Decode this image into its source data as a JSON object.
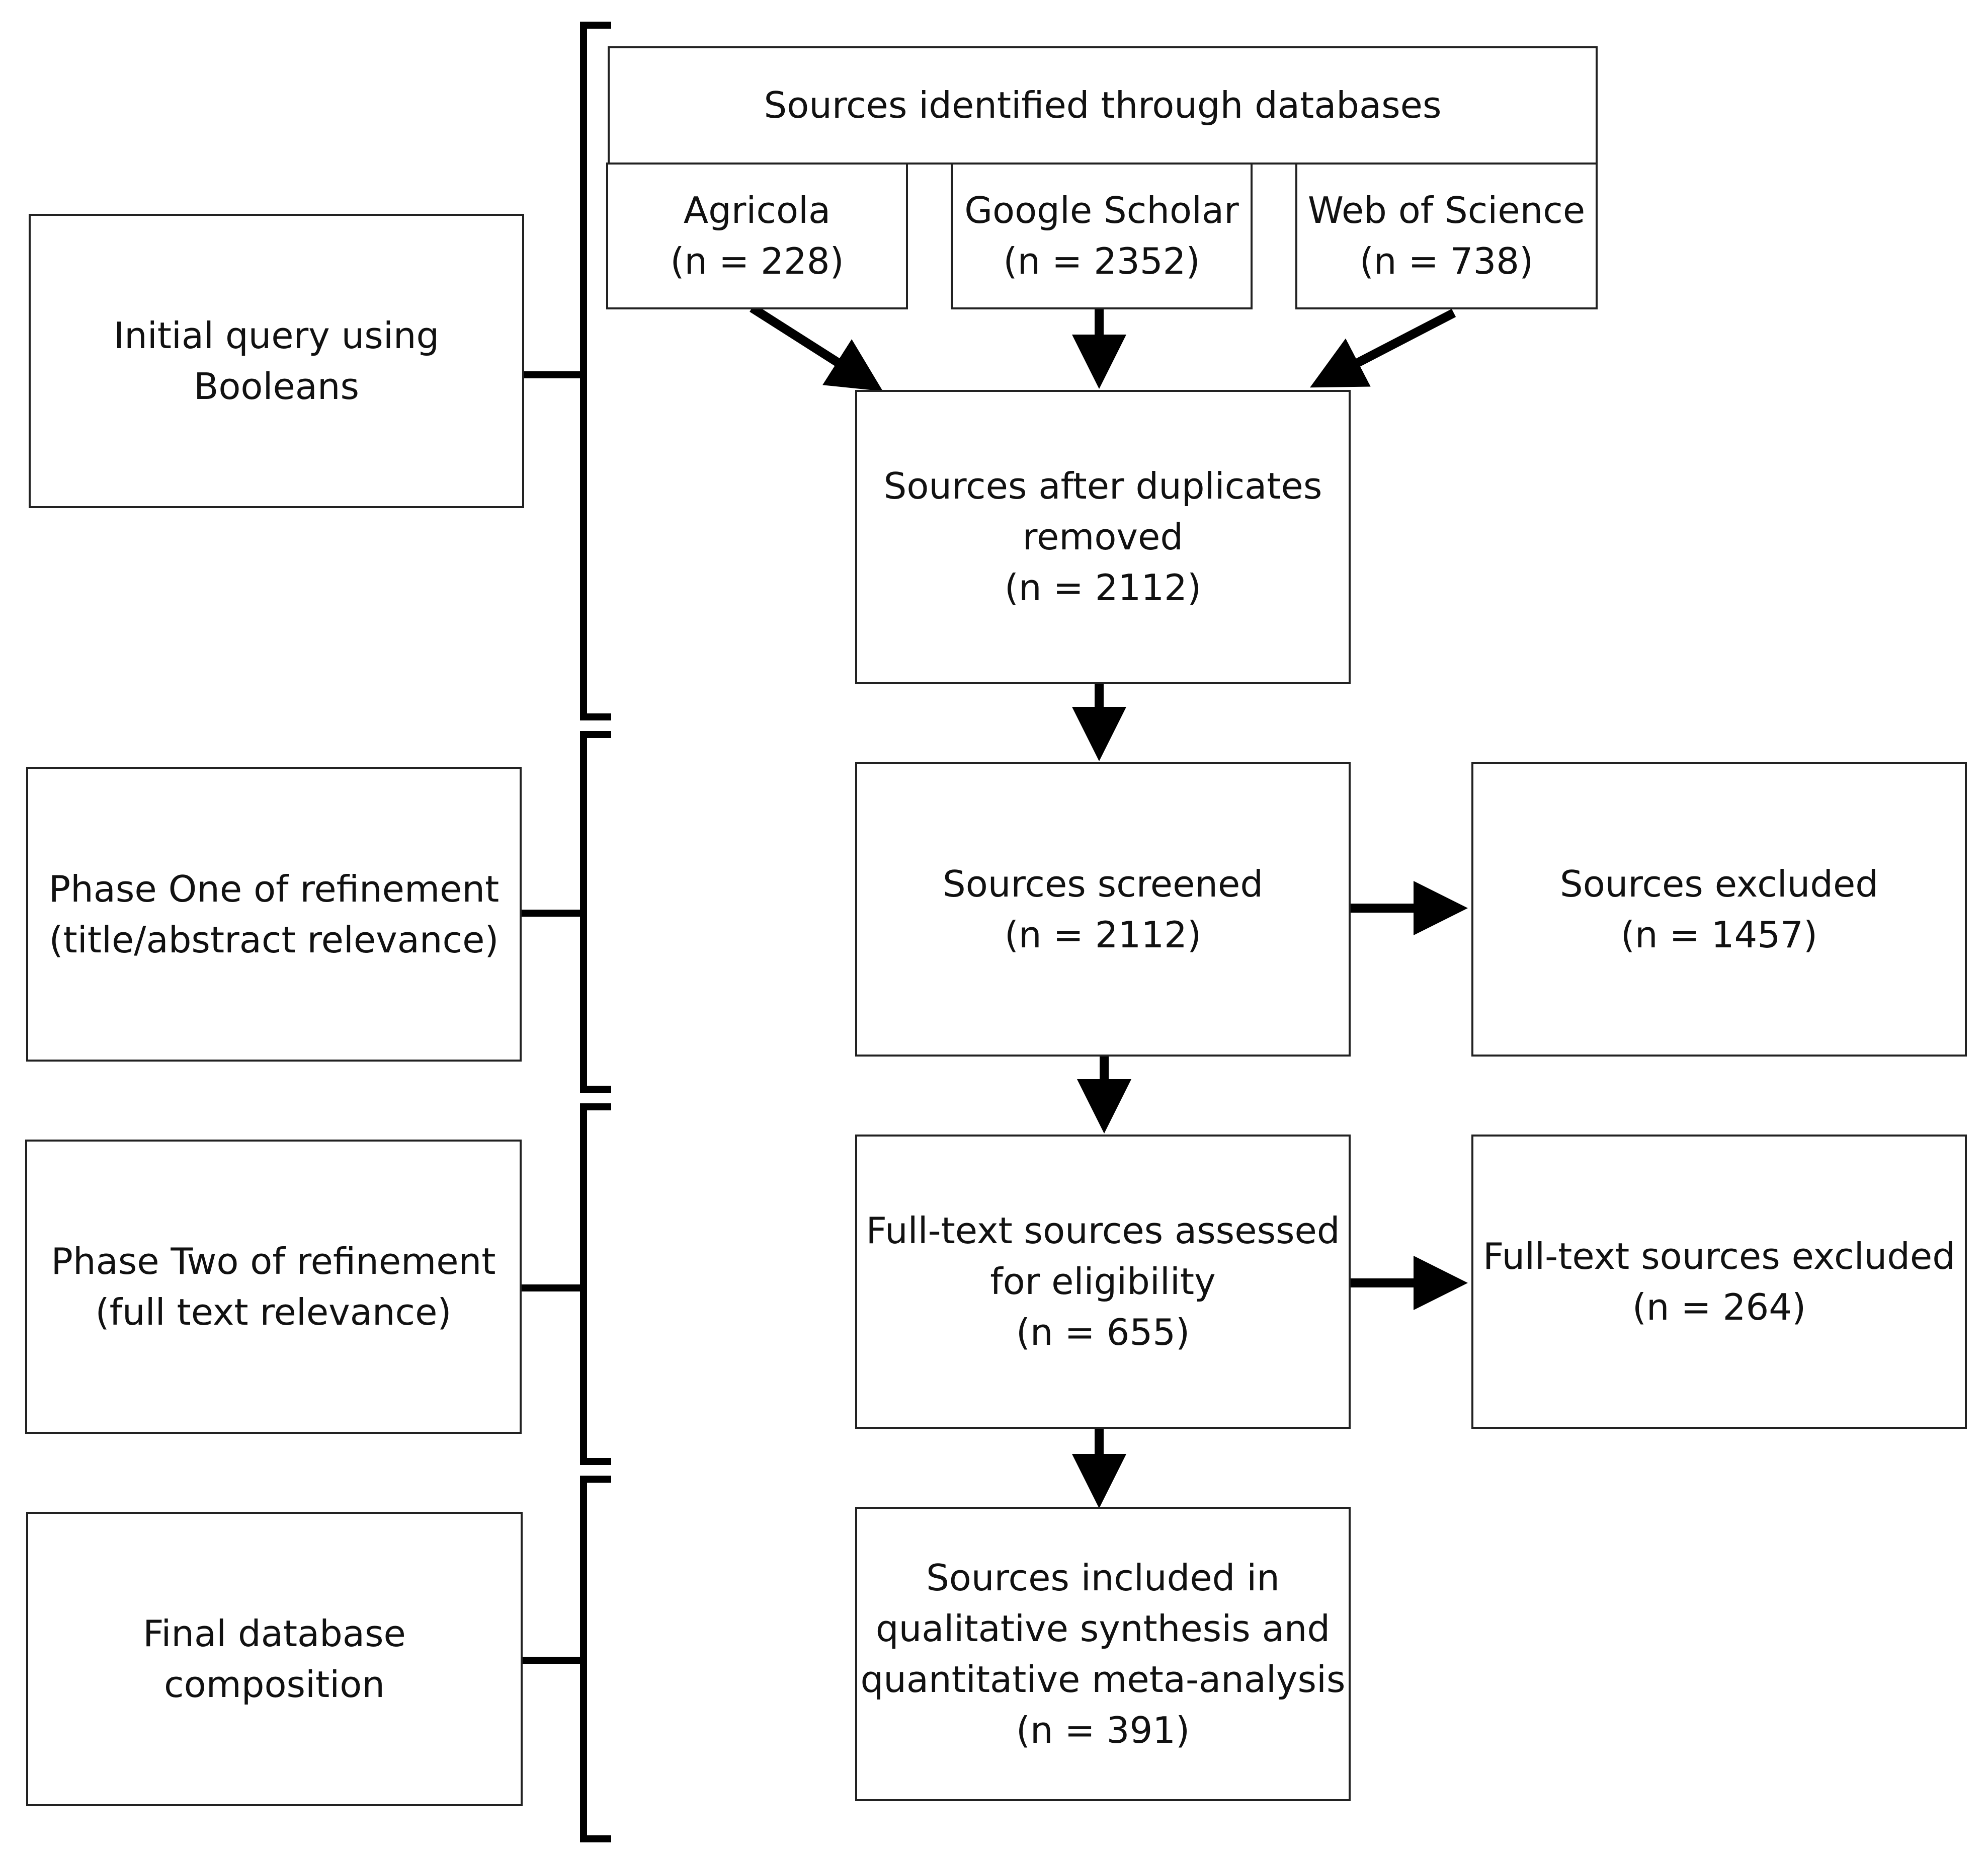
{
  "phases": [
    {
      "id": "initial-query",
      "lines": [
        "Initial query using",
        "Booleans"
      ]
    },
    {
      "id": "phase-one",
      "lines": [
        "Phase One of refinement",
        "(title/abstract relevance)"
      ]
    },
    {
      "id": "phase-two",
      "lines": [
        "Phase Two of refinement",
        "(full text relevance)"
      ]
    },
    {
      "id": "final",
      "lines": [
        "Final database",
        "composition"
      ]
    }
  ],
  "databases": {
    "header": "Sources identified through databases",
    "sources": [
      {
        "name": "Agricola",
        "count": "(n = 228)"
      },
      {
        "name": "Google Scholar",
        "count": "(n = 2352)"
      },
      {
        "name": "Web of Science",
        "count": "(n = 738)"
      }
    ]
  },
  "flow": {
    "duplicates_removed": [
      "Sources after duplicates",
      "removed",
      "(n = 2112)"
    ],
    "screened": [
      "Sources screened",
      "(n = 2112)"
    ],
    "excluded": [
      "Sources excluded",
      "(n = 1457)"
    ],
    "full_text_assessed": [
      "Full-text sources assessed",
      "for eligibility",
      "(n = 655)"
    ],
    "full_text_excluded": [
      "Full-text sources excluded",
      "(n = 264)"
    ],
    "included": [
      "Sources included in",
      "qualitative synthesis and",
      "quantitative meta-analysis",
      "(n = 391)"
    ]
  },
  "colors": {
    "line": "#000000",
    "border": "#222222",
    "text": "#111111",
    "background": "#ffffff"
  }
}
